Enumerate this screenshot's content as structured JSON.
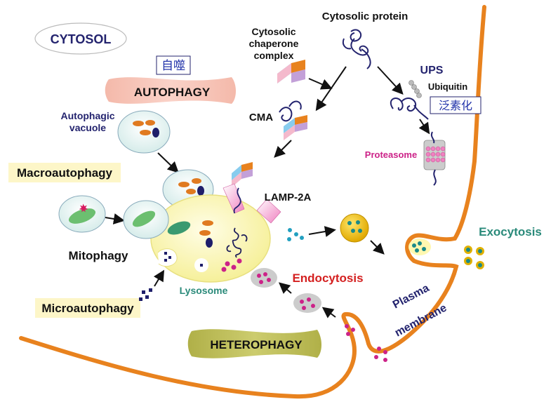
{
  "labels": {
    "cytosol": "CYTOSOL",
    "zh_autophagy": "自噬",
    "autophagy": "AUTOPHAGY",
    "autophagic_vacuole_1": "Autophagic",
    "autophagic_vacuole_2": "vacuole",
    "macroautophagy": "Macroautophagy",
    "mitophagy": "Mitophagy",
    "microautophagy": "Microautophagy",
    "lysosome": "Lysosome",
    "cytosolic_protein": "Cytosolic protein",
    "chaperone_1": "Cytosolic",
    "chaperone_2": "chaperone",
    "chaperone_3": "complex",
    "cma": "CMA",
    "ups": "UPS",
    "ubiquitin": "Ubiquitin",
    "zh_ubiquitin": "泛素化",
    "proteasome": "Proteasome",
    "lamp2a": "LAMP-2A",
    "exocytosis": "Exocytosis",
    "endocytosis": "Endocytosis",
    "plasma": "Plasma",
    "membrane": "membrane",
    "heterophagy": "HETEROPHAGY"
  },
  "colors": {
    "navy": "#23236e",
    "teal": "#2a8a7a",
    "red": "#d42020",
    "magenta": "#cc2288",
    "membrane_orange": "#e8821e",
    "lysosome_fill": "#fbf7b8",
    "autophagy_banner": "#f6c1b4",
    "heterophagy_banner": "#bdbd58",
    "highlight_yellow": "#fdf6c8"
  }
}
